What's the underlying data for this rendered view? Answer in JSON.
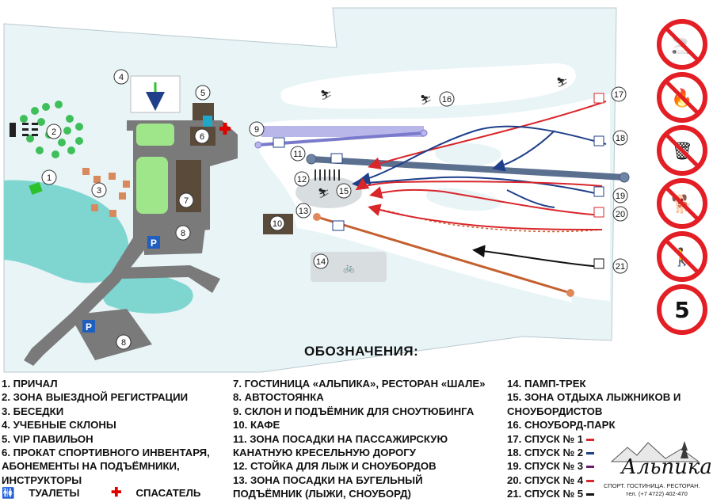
{
  "legend": {
    "title": "ОБОЗНАЧЕНИЯ:",
    "col1": [
      "1. ПРИЧАЛ",
      "2. ЗОНА ВЫЕЗДНОЙ РЕГИСТРАЦИИ",
      "3. БЕСЕДКИ",
      "4. УЧЕБНЫЕ СКЛОНЫ",
      "5. VIP ПАВИЛЬОН",
      "6. ПРОКАТ СПОРТИВНОГО ИНВЕНТАРЯ,",
      "АБОНЕМЕНТЫ НА ПОДЪЁМНИКИ,",
      "ИНСТРУКТОРЫ"
    ],
    "col2": [
      "7. ГОСТИНИЦА «АЛЬПИКА», РЕСТОРАН «ШАЛЕ»",
      "8. АВТОСТОЯНКА",
      "9. СКЛОН И ПОДЪЁМНИК ДЛЯ СНОУТЮБИНГА",
      "10. КАФЕ",
      "11. ЗОНА ПОСАДКИ НА ПАССАЖИРСКУЮ",
      "КАНАТНУЮ КРЕСЕЛЬНУЮ ДОРОГУ",
      "12. СТОЙКА ДЛЯ ЛЫЖ И СНОУБОРДОВ",
      "13. ЗОНА ПОСАДКИ НА БУГЕЛЬНЫЙ",
      "ПОДЪЁМНИК (ЛЫЖИ, СНОУБОРД)"
    ],
    "col3": [
      "14. ПАМП-ТРЕК",
      "15. ЗОНА ОТДЫХА ЛЫЖНИКОВ И",
      "СНОУБОРДИСТОВ",
      "16. СНОУБОРД-ПАРК",
      "17. СПУСК № 1",
      "18. СПУСК № 2",
      "19. СПУСК № 3",
      "20. СПУСК № 4",
      "21. СПУСК № 5"
    ],
    "run_colors": [
      "#d9262b",
      "#1f3f8a",
      "#6a1d6b",
      "#d9262b",
      "#111111"
    ],
    "toilets": "ТУАЛЕТЫ",
    "rescuer": "СПАСАТЕЛЬ"
  },
  "map_labels": [
    "1",
    "2",
    "3",
    "4",
    "5",
    "6",
    "7",
    "8",
    "8",
    "9",
    "10",
    "11",
    "12",
    "13",
    "14",
    "15",
    "16",
    "17",
    "18",
    "19",
    "20",
    "21"
  ],
  "parking_label": "P",
  "prohibitions": [
    "no-smoking-icon",
    "no-fire-icon",
    "no-littering-icon",
    "no-dogs-icon",
    "no-walking-icon",
    "speed-limit-icon"
  ],
  "speed_limit": "5",
  "logo": {
    "name": "Альпика",
    "line1": "СПОРТ. ГОСТИНИЦА. РЕСТОРАН.",
    "line2": "тел. (+7 4722) 402-470"
  },
  "colors": {
    "snow": "#e9f4f7",
    "water": "#7fd6d0",
    "road": "#7a7a7a",
    "grass": "#9fe58a",
    "lift": "#5b6f8f",
    "run_red": "#d9262b",
    "run_blue": "#1f3f8a",
    "run_black": "#111111",
    "tow_lift": "#c4602f",
    "tubing": "#b9b6ea"
  }
}
